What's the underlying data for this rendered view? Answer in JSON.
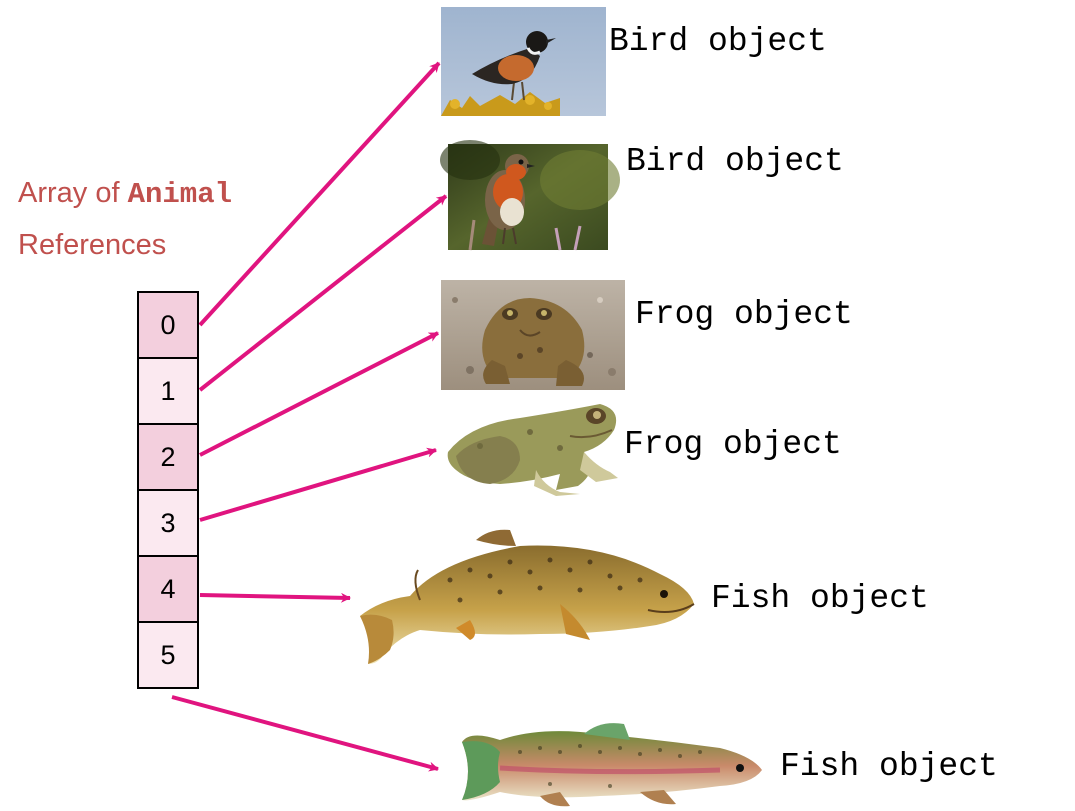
{
  "caption": {
    "prefix": "Array of ",
    "type_name": "Animal",
    "suffix": "References"
  },
  "array": {
    "indices": [
      "0",
      "1",
      "2",
      "3",
      "4",
      "5"
    ]
  },
  "objects": [
    {
      "label": "Bird object",
      "icon": "stonechat-bird-photo"
    },
    {
      "label": "Bird object",
      "icon": "robin-bird-photo"
    },
    {
      "label": "Frog object",
      "icon": "brown-frog-photo"
    },
    {
      "label": "Frog object",
      "icon": "green-frog-photo"
    },
    {
      "label": "Fish object",
      "icon": "brown-trout-photo"
    },
    {
      "label": "Fish object",
      "icon": "rainbow-trout-photo"
    }
  ],
  "colors": {
    "arrow": "#e0147f",
    "caption": "#c0504d",
    "cell_even": "#f3cfdd",
    "cell_odd": "#fbe9f0"
  }
}
